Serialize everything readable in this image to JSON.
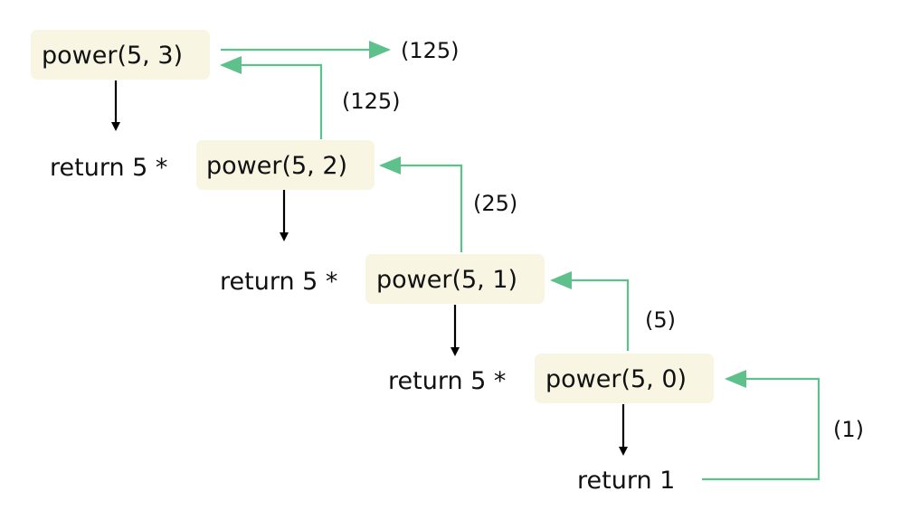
{
  "colors": {
    "node_background": "#f8f5e3",
    "call_arrow": "#000000",
    "return_arrow": "#5ec08a",
    "text": "#111111"
  },
  "calls": [
    {
      "label": "power(5, 3)"
    },
    {
      "label": "power(5, 2)",
      "prefix": "return 5 *"
    },
    {
      "label": "power(5, 1)",
      "prefix": "return 5 *"
    },
    {
      "label": "power(5, 0)",
      "prefix": "return 5 *"
    }
  ],
  "base_case": "return 1",
  "return_values": [
    "(1)",
    "(5)",
    "(25)",
    "(125)"
  ],
  "final_result": "(125)"
}
